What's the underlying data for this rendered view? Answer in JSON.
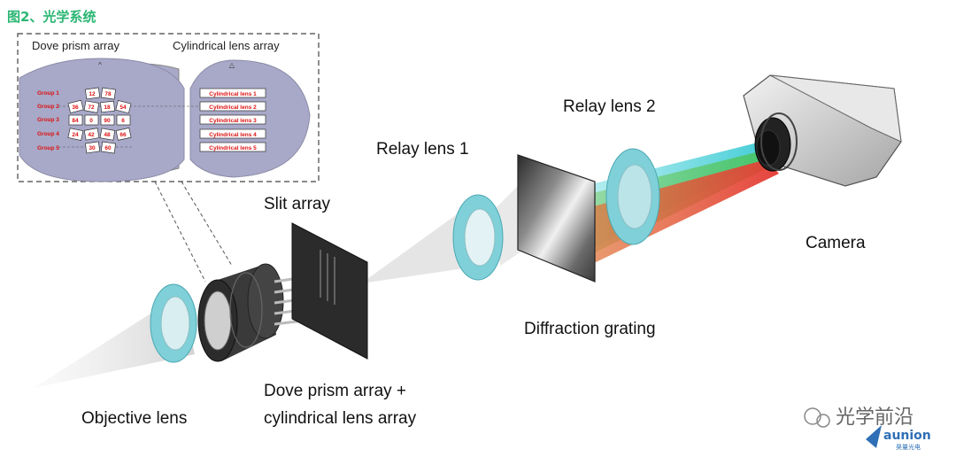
{
  "figure": {
    "title": "图2、光学系统"
  },
  "inset": {
    "left_title": "Dove prism array",
    "right_title": "Cylindrical lens array",
    "groups": [
      "Group 1",
      "Group 2",
      "Group 3",
      "Group 4",
      "Group 5"
    ],
    "prism_angles": [
      [
        "12",
        "78"
      ],
      [
        "36",
        "72",
        "18",
        "54"
      ],
      [
        "84",
        "0",
        "90",
        "6"
      ],
      [
        "24",
        "42",
        "48",
        "66"
      ],
      [
        "30",
        "60"
      ]
    ],
    "cylindrical_lenses": [
      "Cylindrical lens 1",
      "Cylindrical lens 2",
      "Cylindrical lens 3",
      "Cylindrical lens 4",
      "Cylindrical lens 5"
    ]
  },
  "labels": {
    "objective_lens": "Objective lens",
    "dove_line1": "Dove prism array +",
    "dove_line2": "cylindrical lens array",
    "slit_array": "Slit array",
    "relay_lens_1": "Relay lens 1",
    "relay_lens_2": "Relay lens 2",
    "diffraction_grating": "Diffraction grating",
    "camera": "Camera"
  },
  "watermark": {
    "text": "光学前沿",
    "brand": "aunion",
    "brand_sub": "昊量光电"
  },
  "colors": {
    "title_green": "#2bb673",
    "lens_cyan": "#7fd0d8",
    "inset_fill": "#a8a9c8",
    "label_red": "#dd1111",
    "beam_red": "#e53935",
    "beam_green": "#43c463",
    "beam_cyan": "#36c9d3"
  }
}
